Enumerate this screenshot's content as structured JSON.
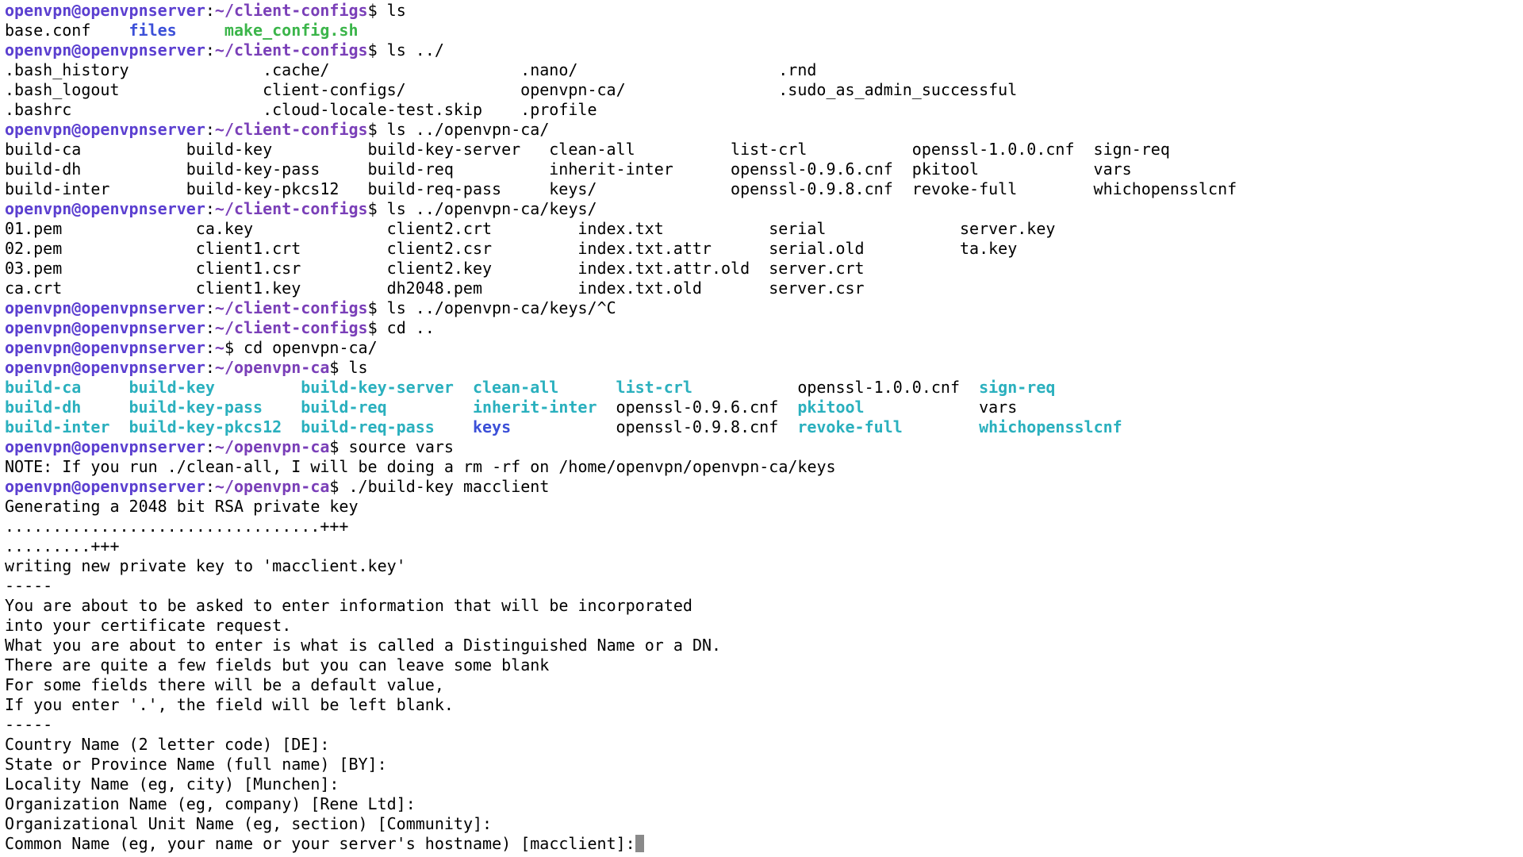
{
  "prompt": {
    "user": "openvpn@openvpnserver",
    "sep": ":",
    "colors": {
      "user": "#5b3fd0",
      "path": "#7a3fb8"
    }
  },
  "colors": {
    "background": "#ffffff",
    "text": "#000000",
    "dir": "#3c50d8",
    "exec": "#3bb54a",
    "link": "#2ab0be",
    "cursor": "#8a8a8a"
  },
  "lines": [
    {
      "type": "prompt",
      "path": "~/client-configs",
      "cmd": "$ ls"
    },
    {
      "type": "grid",
      "cells": [
        {
          "t": "base.conf",
          "c": 0
        },
        {
          "t": "files",
          "c": 13,
          "s": "blue"
        },
        {
          "t": "make_config.sh",
          "c": 23,
          "s": "green"
        }
      ]
    },
    {
      "type": "prompt",
      "path": "~/client-configs",
      "cmd": "$ ls ../"
    },
    {
      "type": "grid",
      "cells": [
        {
          "t": ".bash_history",
          "c": 0
        },
        {
          "t": ".cache/",
          "c": 27
        },
        {
          "t": ".nano/",
          "c": 54
        },
        {
          "t": ".rnd",
          "c": 81
        }
      ]
    },
    {
      "type": "grid",
      "cells": [
        {
          "t": ".bash_logout",
          "c": 0
        },
        {
          "t": "client-configs/",
          "c": 27
        },
        {
          "t": "openvpn-ca/",
          "c": 54
        },
        {
          "t": ".sudo_as_admin_successful",
          "c": 81
        }
      ]
    },
    {
      "type": "grid",
      "cells": [
        {
          "t": ".bashrc",
          "c": 0
        },
        {
          "t": ".cloud-locale-test.skip",
          "c": 27
        },
        {
          "t": ".profile",
          "c": 54
        }
      ]
    },
    {
      "type": "prompt",
      "path": "~/client-configs",
      "cmd": "$ ls ../openvpn-ca/"
    },
    {
      "type": "grid",
      "cells": [
        {
          "t": "build-ca",
          "c": 0
        },
        {
          "t": "build-key",
          "c": 19
        },
        {
          "t": "build-key-server",
          "c": 38
        },
        {
          "t": "clean-all",
          "c": 57
        },
        {
          "t": "list-crl",
          "c": 76
        },
        {
          "t": "openssl-1.0.0.cnf",
          "c": 95
        },
        {
          "t": "sign-req",
          "c": 114
        }
      ]
    },
    {
      "type": "grid",
      "cells": [
        {
          "t": "build-dh",
          "c": 0
        },
        {
          "t": "build-key-pass",
          "c": 19
        },
        {
          "t": "build-req",
          "c": 38
        },
        {
          "t": "inherit-inter",
          "c": 57
        },
        {
          "t": "openssl-0.9.6.cnf",
          "c": 76
        },
        {
          "t": "pkitool",
          "c": 95
        },
        {
          "t": "vars",
          "c": 114
        }
      ]
    },
    {
      "type": "grid",
      "cells": [
        {
          "t": "build-inter",
          "c": 0
        },
        {
          "t": "build-key-pkcs12",
          "c": 19
        },
        {
          "t": "build-req-pass",
          "c": 38
        },
        {
          "t": "keys/",
          "c": 57
        },
        {
          "t": "openssl-0.9.8.cnf",
          "c": 76
        },
        {
          "t": "revoke-full",
          "c": 95
        },
        {
          "t": "whichopensslcnf",
          "c": 114
        }
      ]
    },
    {
      "type": "prompt",
      "path": "~/client-configs",
      "cmd": "$ ls ../openvpn-ca/keys/"
    },
    {
      "type": "grid",
      "cells": [
        {
          "t": "01.pem",
          "c": 0
        },
        {
          "t": "ca.key",
          "c": 20
        },
        {
          "t": "client2.crt",
          "c": 40
        },
        {
          "t": "index.txt",
          "c": 60
        },
        {
          "t": "serial",
          "c": 80
        },
        {
          "t": "server.key",
          "c": 100
        }
      ]
    },
    {
      "type": "grid",
      "cells": [
        {
          "t": "02.pem",
          "c": 0
        },
        {
          "t": "client1.crt",
          "c": 20
        },
        {
          "t": "client2.csr",
          "c": 40
        },
        {
          "t": "index.txt.attr",
          "c": 60
        },
        {
          "t": "serial.old",
          "c": 80
        },
        {
          "t": "ta.key",
          "c": 100
        }
      ]
    },
    {
      "type": "grid",
      "cells": [
        {
          "t": "03.pem",
          "c": 0
        },
        {
          "t": "client1.csr",
          "c": 20
        },
        {
          "t": "client2.key",
          "c": 40
        },
        {
          "t": "index.txt.attr.old",
          "c": 60
        },
        {
          "t": "server.crt",
          "c": 80
        }
      ]
    },
    {
      "type": "grid",
      "cells": [
        {
          "t": "ca.crt",
          "c": 0
        },
        {
          "t": "client1.key",
          "c": 20
        },
        {
          "t": "dh2048.pem",
          "c": 40
        },
        {
          "t": "index.txt.old",
          "c": 60
        },
        {
          "t": "server.csr",
          "c": 80
        }
      ]
    },
    {
      "type": "prompt",
      "path": "~/client-configs",
      "cmd": "$ ls ../openvpn-ca/keys/^C"
    },
    {
      "type": "prompt",
      "path": "~/client-configs",
      "cmd": "$ cd .."
    },
    {
      "type": "prompt",
      "path": "~",
      "cmd": "$ cd openvpn-ca/"
    },
    {
      "type": "prompt",
      "path": "~/openvpn-ca",
      "cmd": "$ ls"
    },
    {
      "type": "grid",
      "cells": [
        {
          "t": "build-ca",
          "c": 0,
          "s": "cyan"
        },
        {
          "t": "build-key",
          "c": 13,
          "s": "cyan"
        },
        {
          "t": "build-key-server",
          "c": 31,
          "s": "cyan"
        },
        {
          "t": "clean-all",
          "c": 49,
          "s": "cyan"
        },
        {
          "t": "list-crl",
          "c": 64,
          "s": "cyan"
        },
        {
          "t": "openssl-1.0.0.cnf",
          "c": 83
        },
        {
          "t": "sign-req",
          "c": 102,
          "s": "cyan"
        }
      ]
    },
    {
      "type": "grid",
      "cells": [
        {
          "t": "build-dh",
          "c": 0,
          "s": "cyan"
        },
        {
          "t": "build-key-pass",
          "c": 13,
          "s": "cyan"
        },
        {
          "t": "build-req",
          "c": 31,
          "s": "cyan"
        },
        {
          "t": "inherit-inter",
          "c": 49,
          "s": "cyan"
        },
        {
          "t": "openssl-0.9.6.cnf",
          "c": 64
        },
        {
          "t": "pkitool",
          "c": 83,
          "s": "cyan"
        },
        {
          "t": "vars",
          "c": 102
        }
      ]
    },
    {
      "type": "grid",
      "cells": [
        {
          "t": "build-inter",
          "c": 0,
          "s": "cyan"
        },
        {
          "t": "build-key-pkcs12",
          "c": 13,
          "s": "cyan"
        },
        {
          "t": "build-req-pass",
          "c": 31,
          "s": "cyan"
        },
        {
          "t": "keys",
          "c": 49,
          "s": "blue"
        },
        {
          "t": "openssl-0.9.8.cnf",
          "c": 64
        },
        {
          "t": "revoke-full",
          "c": 83,
          "s": "cyan"
        },
        {
          "t": "whichopensslcnf",
          "c": 102,
          "s": "cyan"
        }
      ]
    },
    {
      "type": "prompt",
      "path": "~/openvpn-ca",
      "cmd": "$ source vars"
    },
    {
      "type": "text",
      "text": "NOTE: If you run ./clean-all, I will be doing a rm -rf on /home/openvpn/openvpn-ca/keys"
    },
    {
      "type": "prompt",
      "path": "~/openvpn-ca",
      "cmd": "$ ./build-key macclient"
    },
    {
      "type": "text",
      "text": "Generating a 2048 bit RSA private key"
    },
    {
      "type": "text",
      "text": ".................................+++"
    },
    {
      "type": "text",
      "text": ".........+++"
    },
    {
      "type": "text",
      "text": "writing new private key to 'macclient.key'"
    },
    {
      "type": "text",
      "text": "-----"
    },
    {
      "type": "text",
      "text": "You are about to be asked to enter information that will be incorporated"
    },
    {
      "type": "text",
      "text": "into your certificate request."
    },
    {
      "type": "text",
      "text": "What you are about to enter is what is called a Distinguished Name or a DN."
    },
    {
      "type": "text",
      "text": "There are quite a few fields but you can leave some blank"
    },
    {
      "type": "text",
      "text": "For some fields there will be a default value,"
    },
    {
      "type": "text",
      "text": "If you enter '.', the field will be left blank."
    },
    {
      "type": "text",
      "text": "-----"
    },
    {
      "type": "text",
      "text": "Country Name (2 letter code) [DE]:"
    },
    {
      "type": "text",
      "text": "State or Province Name (full name) [BY]:"
    },
    {
      "type": "text",
      "text": "Locality Name (eg, city) [Munchen]:"
    },
    {
      "type": "text",
      "text": "Organization Name (eg, company) [Rene Ltd]:"
    },
    {
      "type": "text",
      "text": "Organizational Unit Name (eg, section) [Community]:"
    },
    {
      "type": "input",
      "text": "Common Name (eg, your name or your server's hostname) [macclient]:"
    }
  ]
}
